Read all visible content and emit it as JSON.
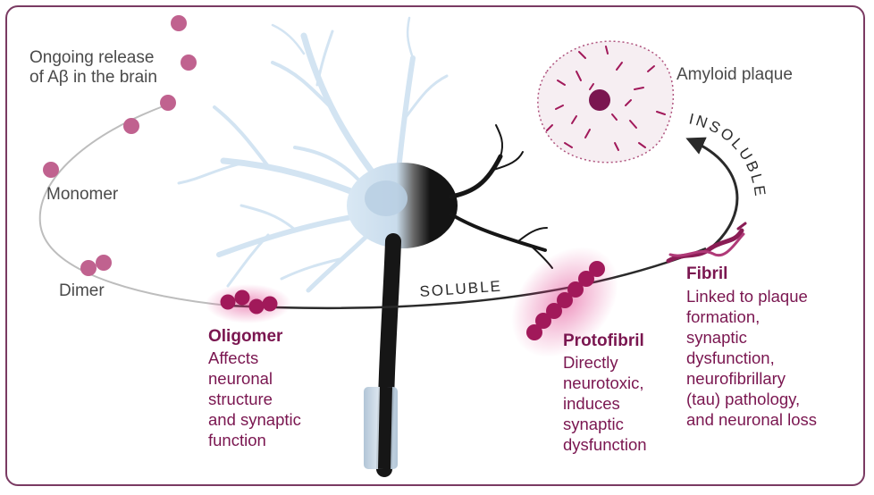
{
  "labels": {
    "release": "Ongoing release\nof Aβ in the brain",
    "monomer": "Monomer",
    "dimer": "Dimer",
    "soluble": "SOLUBLE",
    "insoluble": "INSOLUBLE",
    "plaque": "Amyloid plaque"
  },
  "stages": {
    "oligomer": {
      "title": "Oligomer",
      "description": "Affects\nneuronal\nstructure\nand synaptic\nfunction"
    },
    "protofibril": {
      "title": "Protofibril",
      "description": "Directly\nneurotoxic,\ninduces\nsynaptic\ndysfunction"
    },
    "fibril": {
      "title": "Fibril",
      "description": "Linked to plaque\nformation,\nsynaptic\ndysfunction,\nneurofibrillary\n(tau) pathology,\nand neuronal loss"
    }
  },
  "colors": {
    "accent": "#7a1650",
    "bead": "#c0628f",
    "glow": "#e03c8a",
    "neuron_light": "#d6e6f3",
    "neuron_dark": "#1a1a1a"
  }
}
